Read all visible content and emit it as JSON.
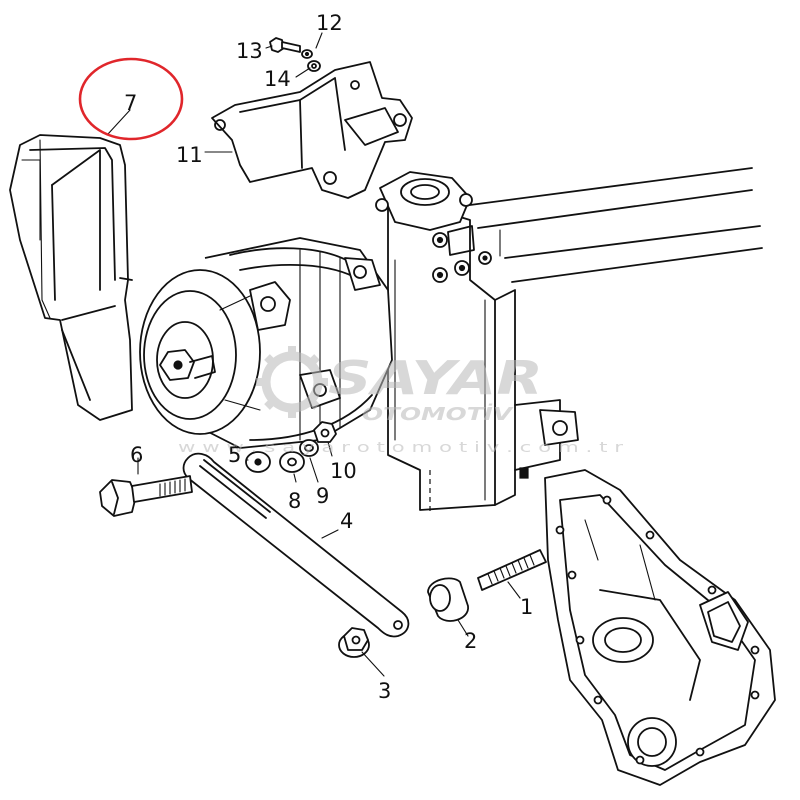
{
  "diagram": {
    "callouts": [
      {
        "id": "1",
        "text": "1"
      },
      {
        "id": "2",
        "text": "2"
      },
      {
        "id": "3",
        "text": "3"
      },
      {
        "id": "4",
        "text": "4"
      },
      {
        "id": "5",
        "text": "5"
      },
      {
        "id": "6",
        "text": "6"
      },
      {
        "id": "7",
        "text": "7"
      },
      {
        "id": "8",
        "text": "8"
      },
      {
        "id": "9",
        "text": "9"
      },
      {
        "id": "10",
        "text": "10"
      },
      {
        "id": "11",
        "text": "11"
      },
      {
        "id": "12",
        "text": "12"
      },
      {
        "id": "13",
        "text": "13"
      },
      {
        "id": "14",
        "text": "14"
      }
    ],
    "highlighted_callout": "7",
    "highlight_color": "#e0262b"
  },
  "watermark": {
    "brand": "SAYAR",
    "tagline": "OTOMOTİV",
    "url": "w w w . s a y a r o t o m o t i v . c o m . t r",
    "color": "#b9b9b9"
  }
}
